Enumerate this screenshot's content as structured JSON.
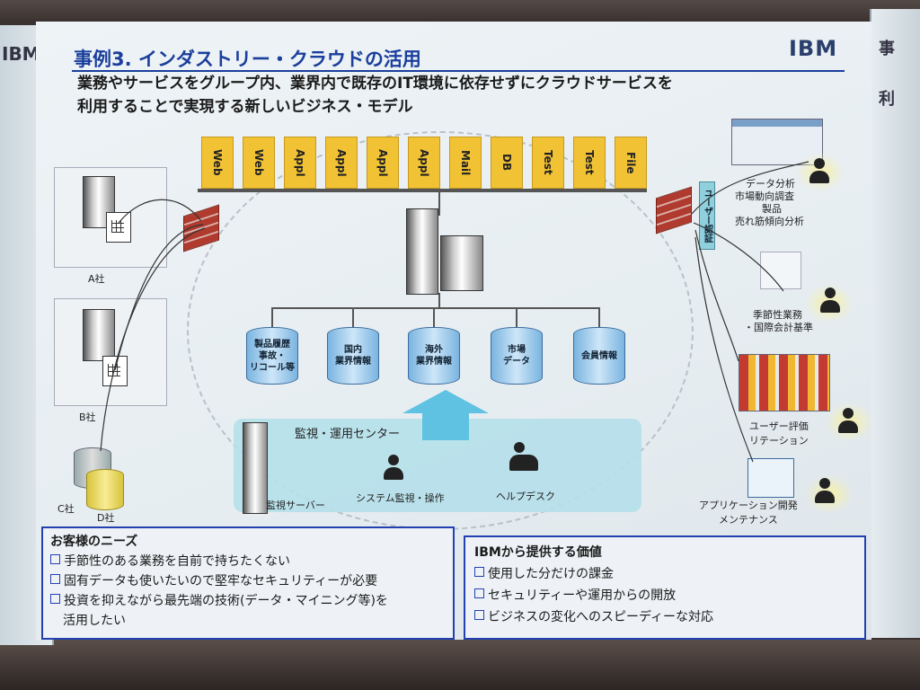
{
  "slide": {
    "title": "事例3. インダストリー・クラウドの活用",
    "logo": "IBM",
    "subtitle_line1": "業務やサービスをグループ内、業界内で既存のIT環境に依存せずにクラウドサービスを",
    "subtitle_line2": "利用することで実現する新しいビジネス・モデル"
  },
  "apps": [
    "Web",
    "Web",
    "Appl",
    "Appl",
    "Appl",
    "Appl",
    "Mail",
    "DB",
    "Test",
    "Test",
    "File"
  ],
  "databases": [
    {
      "line1": "製品履歴",
      "line2": "事故・",
      "line3": "リコール等"
    },
    {
      "line1": "国内",
      "line2": "業界情報",
      "line3": ""
    },
    {
      "line1": "海外",
      "line2": "業界情報",
      "line3": ""
    },
    {
      "line1": "市場",
      "line2": "データ",
      "line3": ""
    },
    {
      "line1": "会員情報",
      "line2": "",
      "line3": ""
    }
  ],
  "monitoring": {
    "center_label": "監視・運用センター",
    "server_label": "監視サーバー",
    "ops_label": "システム監視・操作",
    "helpdesk_label": "ヘルプデスク"
  },
  "companies": {
    "a": "A社",
    "b": "B社",
    "c": "C社",
    "d": "D社"
  },
  "auth_label": "ユーザー認証",
  "right_items": {
    "item1_line1": "データ分析",
    "item1_line2": "市場動向調査",
    "item1_line3": "製品",
    "item1_line4": "売れ筋傾向分析",
    "item2_line1": "季節性業務",
    "item2_line2": "・国際会計基準",
    "item3_line1": "ユーザー評価",
    "item3_line2": "リテーション",
    "item4_line1": "アプリケーション開発",
    "item4_line2": "メンテナンス"
  },
  "needs_box": {
    "title": "お客様のニーズ",
    "items": [
      "手節性のある業務を自前で持ちたくない",
      "固有データも使いたいので堅牢なセキュリティーが必要",
      "投資を抑えながら最先端の技術(データ・マイニング等)を"
    ],
    "item3_cont": "活用したい"
  },
  "value_box": {
    "title": "IBMから提供する価値",
    "items": [
      "使用した分だけの課金",
      "セキュリティーや運用からの開放",
      "ビジネスの変化へのスピーディーな対応"
    ]
  },
  "side_left_text": "IBM",
  "side_right_text_1": "事",
  "side_right_text_2": "利",
  "colors": {
    "title_blue": "#1a3f9c",
    "app_yellow": "#f2c235",
    "db_blue": "#7ab4e0",
    "box_border": "#2340b0"
  }
}
